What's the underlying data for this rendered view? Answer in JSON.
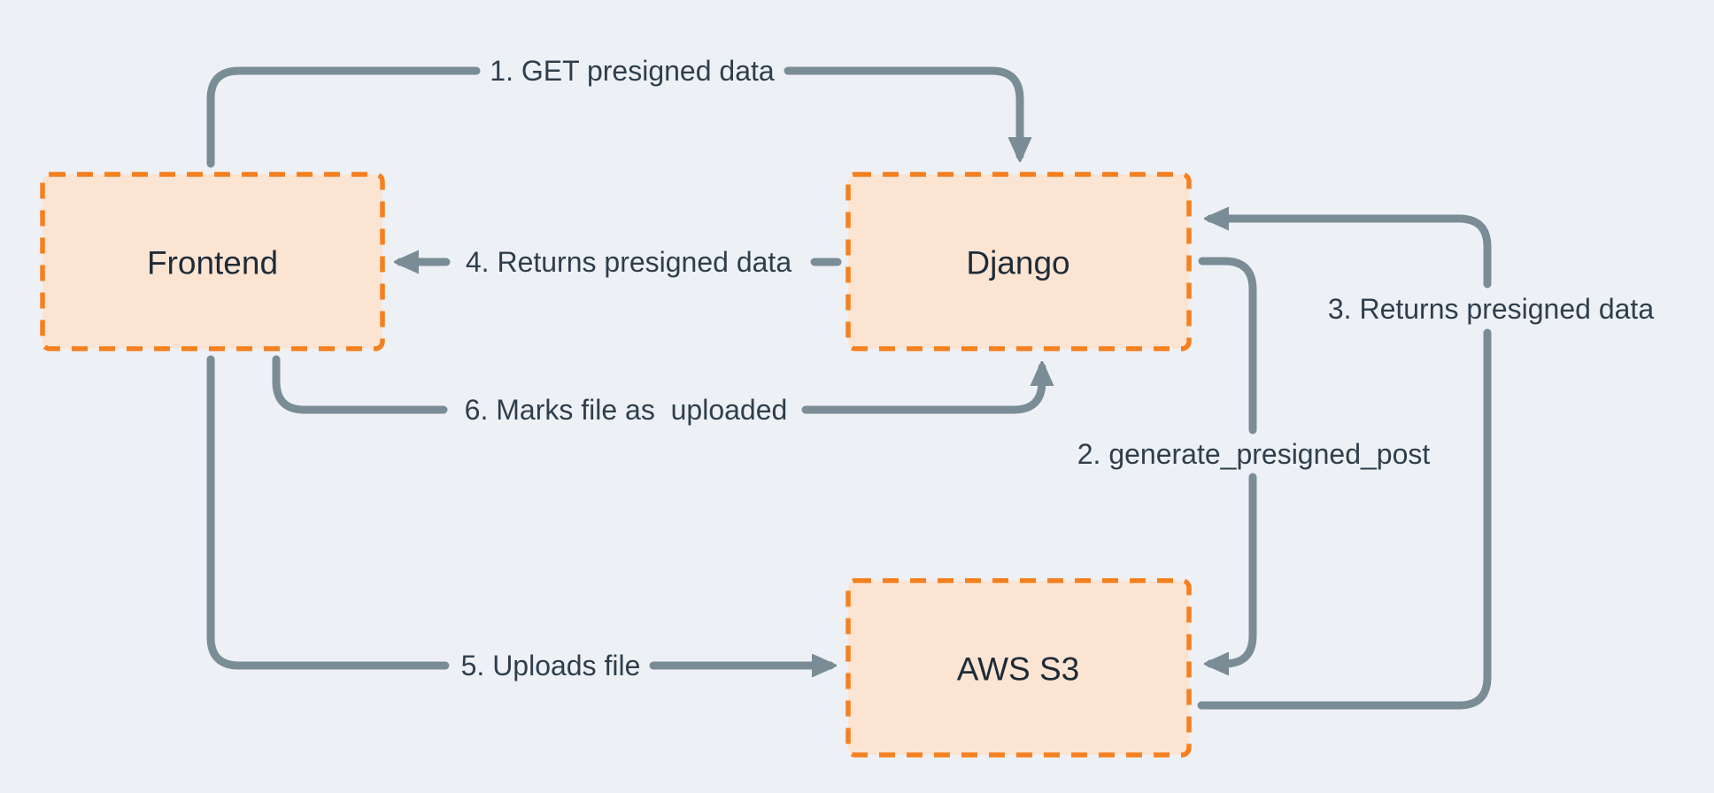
{
  "diagram": {
    "type": "flow-diagram",
    "colors": {
      "background": "#EDF1F5",
      "node_fill": "#FCE4D3",
      "node_border": "#F5801F",
      "arrow": "#7A8C96",
      "edge_label_text": "#2F3E4C",
      "node_label_text": "#1E2B37"
    },
    "nodes": [
      {
        "id": "frontend",
        "label": "Frontend"
      },
      {
        "id": "django",
        "label": "Django"
      },
      {
        "id": "aws-s3",
        "label": "AWS S3"
      }
    ],
    "edges": [
      {
        "step": 1,
        "label": "1. GET presigned data",
        "from": "frontend",
        "to": "django"
      },
      {
        "step": 2,
        "label": "2. generate_presigned_post",
        "from": "django",
        "to": "aws-s3"
      },
      {
        "step": 3,
        "label": "3. Returns presigned data",
        "from": "aws-s3",
        "to": "django"
      },
      {
        "step": 4,
        "label": "4. Returns presigned data",
        "from": "django",
        "to": "frontend"
      },
      {
        "step": 5,
        "label": "5. Uploads file",
        "from": "frontend",
        "to": "aws-s3"
      },
      {
        "step": 6,
        "label": "6. Marks file as  uploaded",
        "from": "frontend",
        "to": "django"
      }
    ]
  }
}
